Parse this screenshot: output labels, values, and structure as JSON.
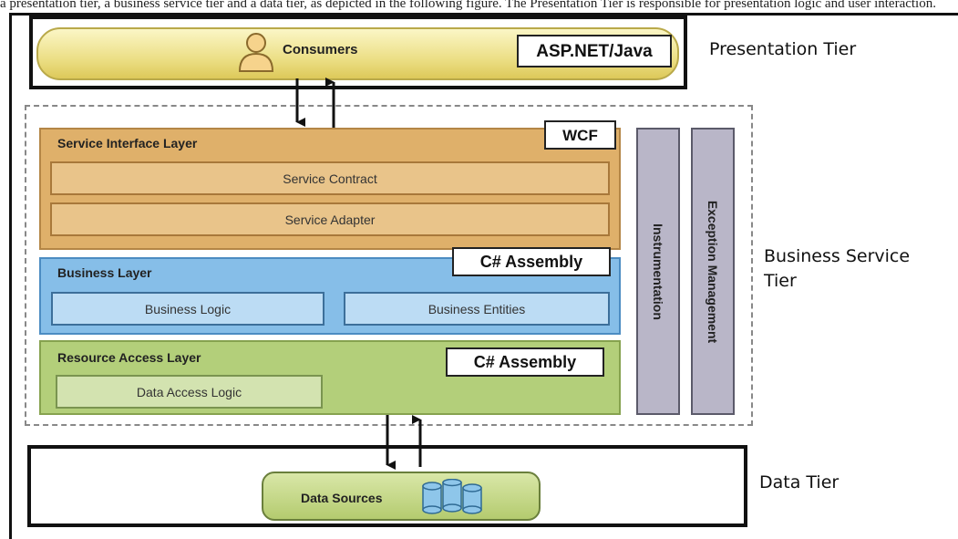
{
  "caption": "a presentation tier, a business service tier and a data tier, as depicted in the following figure. The Presentation Tier is responsible for presentation logic and user interaction.",
  "presentation": {
    "consumers_label": "Consumers",
    "tech_label": "ASP.NET/Java",
    "tier_label": "Presentation Tier"
  },
  "business": {
    "tier_label_line1": "Business Service",
    "tier_label_line2": "Tier",
    "service_interface": {
      "title": "Service Interface Layer",
      "tech_label": "WCF",
      "items": [
        "Service Contract",
        "Service Adapter"
      ]
    },
    "business_layer": {
      "title": "Business Layer",
      "tech_label": "C# Assembly",
      "items": [
        "Business Logic",
        "Business Entities"
      ]
    },
    "resource_access": {
      "title": "Resource Access Layer",
      "tech_label": "C# Assembly",
      "items": [
        "Data Access Logic"
      ]
    },
    "cross_cutting": [
      "Instrumentation",
      "Exception Management"
    ]
  },
  "data": {
    "data_sources_label": "Data Sources",
    "tier_label": "Data Tier"
  },
  "colors": {
    "consumers": "#ecdf86",
    "service_interface": "#dfb06a",
    "business_layer": "#86bee8",
    "resource_access": "#b3cf7a",
    "cross_cutting": "#b9b6c8",
    "data_sources": "#b4cb6f"
  },
  "icons": [
    "user-icon",
    "database-icon"
  ]
}
